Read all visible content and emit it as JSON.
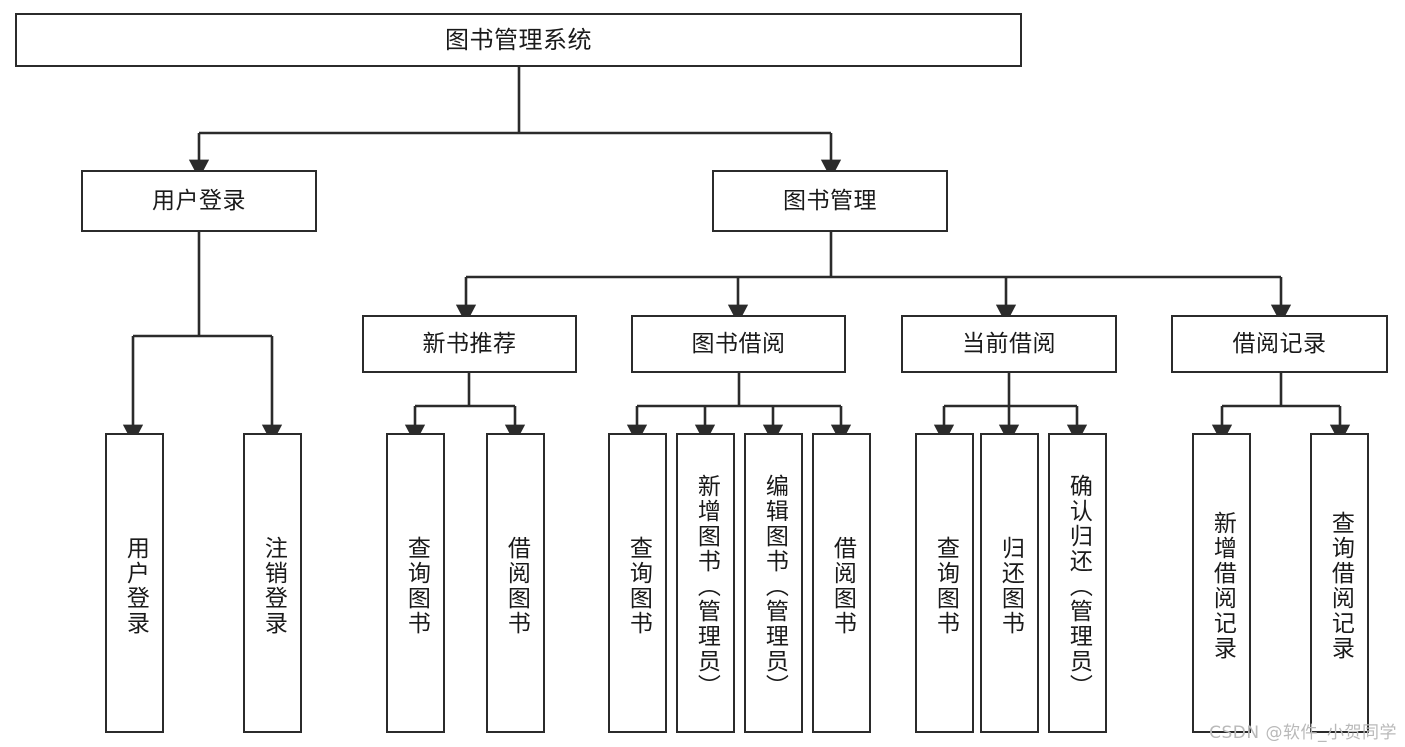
{
  "diagram": {
    "title": "图书管理系统",
    "type": "tree",
    "watermark": "CSDN @软件_小贺同学",
    "colors": {
      "border": "#2b2b2b",
      "edge": "#2b2b2b",
      "background": "#ffffff",
      "text": "#1a1a1a",
      "watermark": "#b9b9b9"
    },
    "nodes": {
      "root": {
        "label": "图书管理系统",
        "level": 1,
        "orientation": "horizontal"
      },
      "l2": [
        {
          "id": "user-login",
          "label": "用户登录",
          "level": 2,
          "orientation": "horizontal"
        },
        {
          "id": "book-manage",
          "label": "图书管理",
          "level": 2,
          "orientation": "horizontal"
        }
      ],
      "l3": [
        {
          "id": "new-book-recommend",
          "label": "新书推荐",
          "level": 3,
          "orientation": "horizontal"
        },
        {
          "id": "book-borrow",
          "label": "图书借阅",
          "level": 3,
          "orientation": "horizontal"
        },
        {
          "id": "current-borrow",
          "label": "当前借阅",
          "level": 3,
          "orientation": "horizontal"
        },
        {
          "id": "borrow-record",
          "label": "借阅记录",
          "level": 3,
          "orientation": "horizontal"
        }
      ],
      "leaves": [
        {
          "id": "leaf-user-login",
          "label": "用户登录",
          "parent": "user-login",
          "orientation": "vertical"
        },
        {
          "id": "leaf-logout",
          "label": "注销登录",
          "parent": "user-login",
          "orientation": "vertical"
        },
        {
          "id": "leaf-query-book-1",
          "label": "查询图书",
          "parent": "new-book-recommend",
          "orientation": "vertical"
        },
        {
          "id": "leaf-borrow-book-1",
          "label": "借阅图书",
          "parent": "new-book-recommend",
          "orientation": "vertical"
        },
        {
          "id": "leaf-query-book-2",
          "label": "查询图书",
          "parent": "book-borrow",
          "orientation": "vertical"
        },
        {
          "id": "leaf-add-book",
          "label": "新增图书（管理员）",
          "parent": "book-borrow",
          "orientation": "vertical"
        },
        {
          "id": "leaf-edit-book",
          "label": "编辑图书（管理员）",
          "parent": "book-borrow",
          "orientation": "vertical"
        },
        {
          "id": "leaf-borrow-book-2",
          "label": "借阅图书",
          "parent": "book-borrow",
          "orientation": "vertical"
        },
        {
          "id": "leaf-query-book-3",
          "label": "查询图书",
          "parent": "current-borrow",
          "orientation": "vertical"
        },
        {
          "id": "leaf-return-book",
          "label": "归还图书",
          "parent": "current-borrow",
          "orientation": "vertical"
        },
        {
          "id": "leaf-confirm-return",
          "label": "确认归还（管理员）",
          "parent": "current-borrow",
          "orientation": "vertical"
        },
        {
          "id": "leaf-add-record",
          "label": "新增借阅记录",
          "parent": "borrow-record",
          "orientation": "vertical"
        },
        {
          "id": "leaf-query-record",
          "label": "查询借阅记录",
          "parent": "borrow-record",
          "orientation": "vertical"
        }
      ]
    },
    "edges": [
      {
        "from": "root",
        "to": "user-login"
      },
      {
        "from": "root",
        "to": "book-manage"
      },
      {
        "from": "user-login",
        "to": "leaf-user-login"
      },
      {
        "from": "user-login",
        "to": "leaf-logout"
      },
      {
        "from": "book-manage",
        "to": "new-book-recommend"
      },
      {
        "from": "book-manage",
        "to": "book-borrow"
      },
      {
        "from": "book-manage",
        "to": "current-borrow"
      },
      {
        "from": "book-manage",
        "to": "borrow-record"
      },
      {
        "from": "new-book-recommend",
        "to": "leaf-query-book-1"
      },
      {
        "from": "new-book-recommend",
        "to": "leaf-borrow-book-1"
      },
      {
        "from": "book-borrow",
        "to": "leaf-query-book-2"
      },
      {
        "from": "book-borrow",
        "to": "leaf-add-book"
      },
      {
        "from": "book-borrow",
        "to": "leaf-edit-book"
      },
      {
        "from": "book-borrow",
        "to": "leaf-borrow-book-2"
      },
      {
        "from": "current-borrow",
        "to": "leaf-query-book-3"
      },
      {
        "from": "current-borrow",
        "to": "leaf-return-book"
      },
      {
        "from": "current-borrow",
        "to": "leaf-confirm-return"
      },
      {
        "from": "borrow-record",
        "to": "leaf-add-record"
      },
      {
        "from": "borrow-record",
        "to": "leaf-query-record"
      }
    ]
  }
}
